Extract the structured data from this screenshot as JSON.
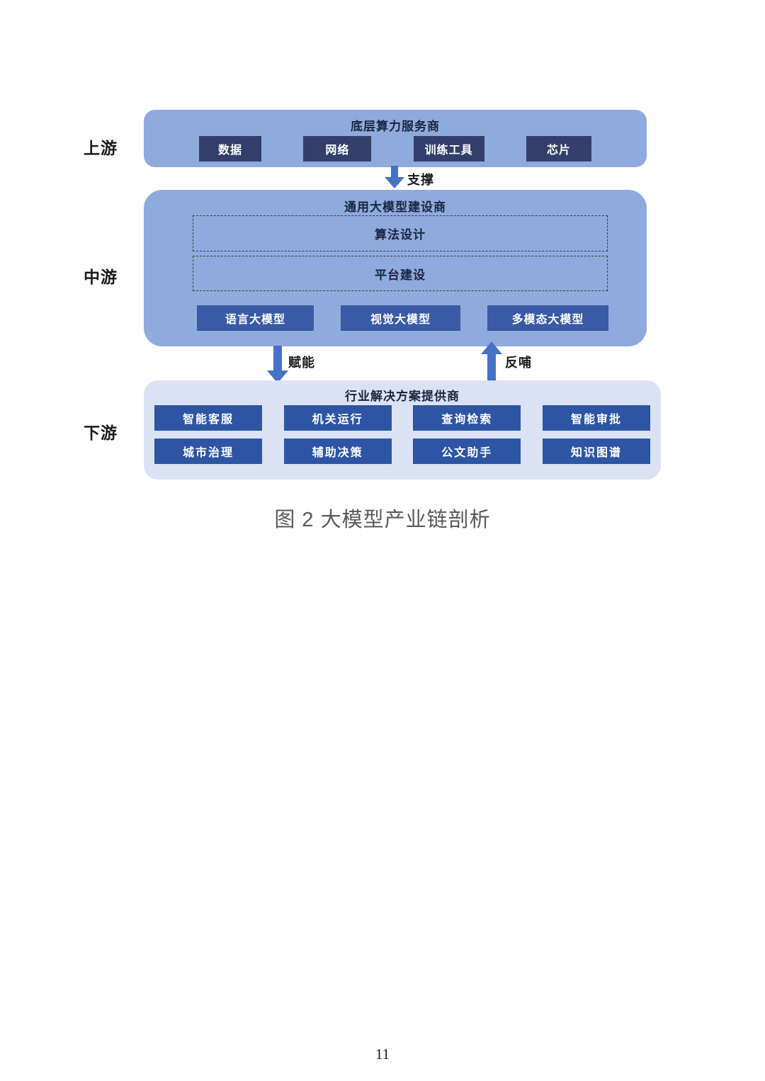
{
  "labels": {
    "upstream": "上游",
    "midstream": "中游",
    "downstream": "下游"
  },
  "upstream": {
    "title": "底层算力服务商",
    "items": [
      "数据",
      "网络",
      "训练工具",
      "芯片"
    ]
  },
  "arrows": {
    "support": "支撑",
    "empower": "赋能",
    "feedback": "反哺"
  },
  "midstream": {
    "title": "通用大模型建设商",
    "dashed_items": [
      "算法设计",
      "平台建设"
    ],
    "models": [
      "语言大模型",
      "视觉大模型",
      "多模态大模型"
    ]
  },
  "downstream": {
    "title": "行业解决方案提供商",
    "rows": [
      [
        "智能客服",
        "机关运行",
        "查询检索",
        "智能审批"
      ],
      [
        "城市治理",
        "辅助决策",
        "公文助手",
        "知识图谱"
      ]
    ]
  },
  "caption": "图 2 大模型产业链剖析",
  "page_number": "11",
  "colors": {
    "container_blue": "#8FAADC",
    "container_light_blue": "#DBE2F4",
    "upstream_box_navy": "#333F6B",
    "model_box_blue": "#3A5AA6",
    "app_box_blue": "#2E55A4",
    "arrow_blue": "#4472C4",
    "title_dark": "#1b2440",
    "caption_gray": "#595959"
  }
}
